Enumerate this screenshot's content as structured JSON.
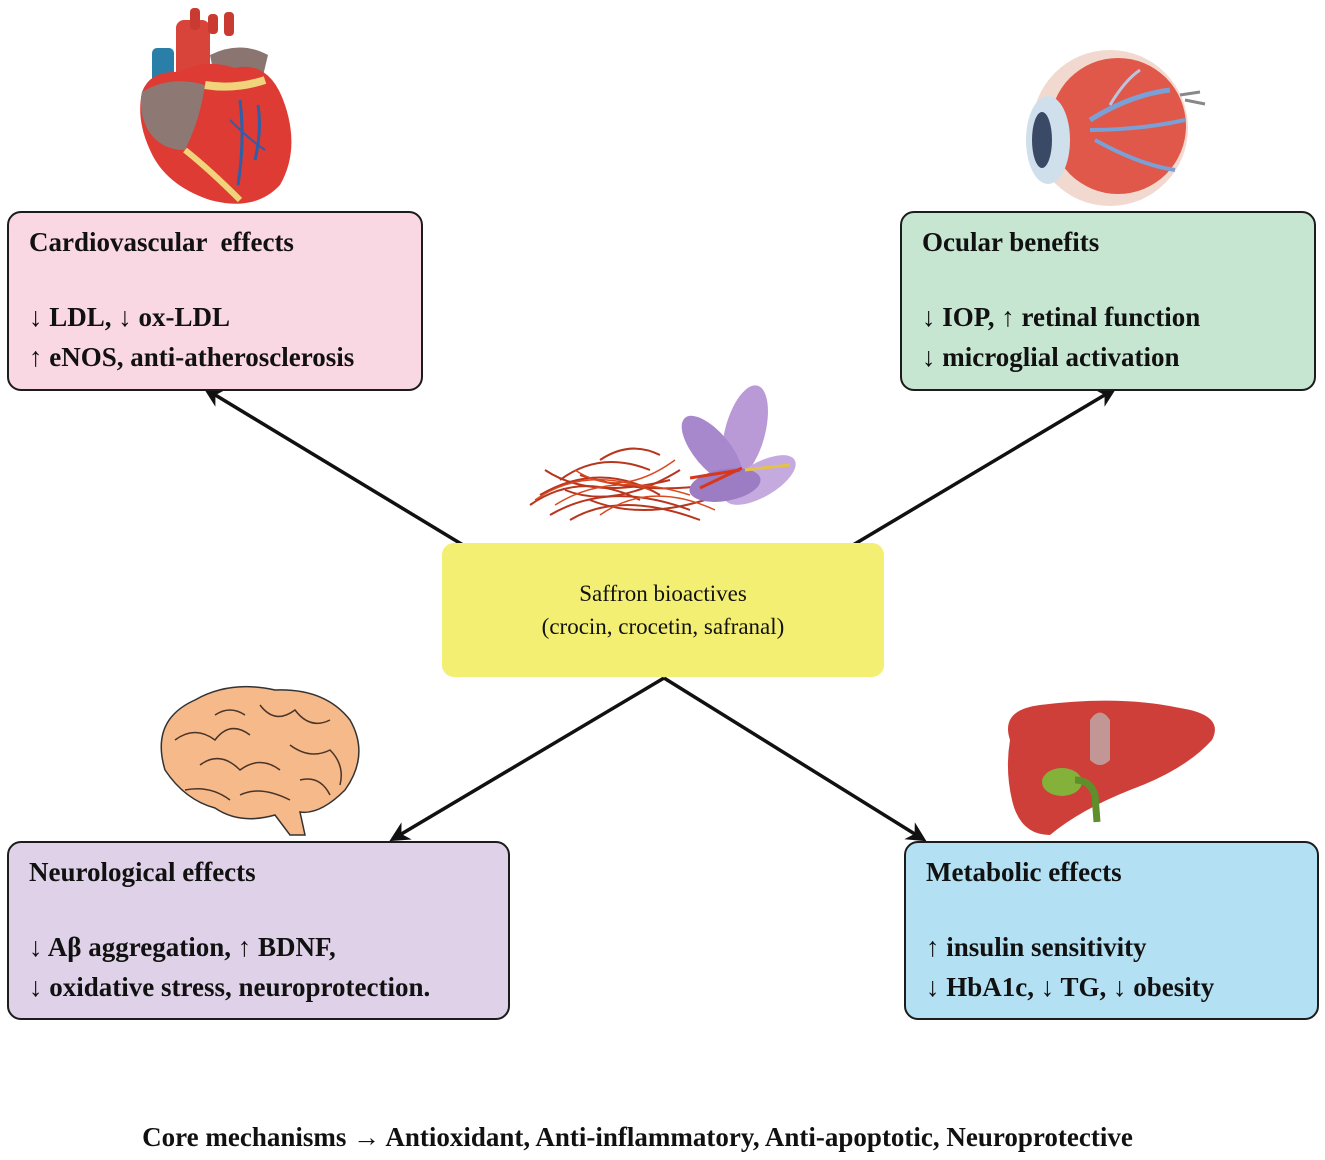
{
  "center": {
    "line1": "Saffron bioactives",
    "line2": "(crocin, crocetin, safranal)",
    "color": "#f3ef72"
  },
  "boxes": {
    "cardio": {
      "title": "Cardiovascular  effects",
      "lines": [
        "↓ LDL, ↓ ox-LDL",
        "↑ eNOS, anti-atherosclerosis"
      ],
      "color": "#f9d7e3",
      "icon": "heart-icon"
    },
    "ocular": {
      "title": "Ocular benefits",
      "lines": [
        "↓ IOP, ↑ retinal function",
        "↓ microglial activation"
      ],
      "color": "#c6e6d2",
      "icon": "eye-icon"
    },
    "neuro": {
      "title": "Neurological effects",
      "lines": [
        "↓ Aβ aggregation, ↑ BDNF,",
        "↓ oxidative stress, neuroprotection."
      ],
      "color": "#dfd2e8",
      "icon": "brain-icon"
    },
    "metab": {
      "title": "Metabolic effects",
      "lines": [
        "↑ insulin sensitivity",
        "↓ HbA1c, ↓ TG, ↓ obesity"
      ],
      "color": "#b3e0f2",
      "icon": "liver-icon"
    }
  },
  "footer": "Core mechanisms → Antioxidant, Anti-inflammatory, Anti-apoptotic, Neuroprotective",
  "saffron_icon": "saffron-flower-icon"
}
